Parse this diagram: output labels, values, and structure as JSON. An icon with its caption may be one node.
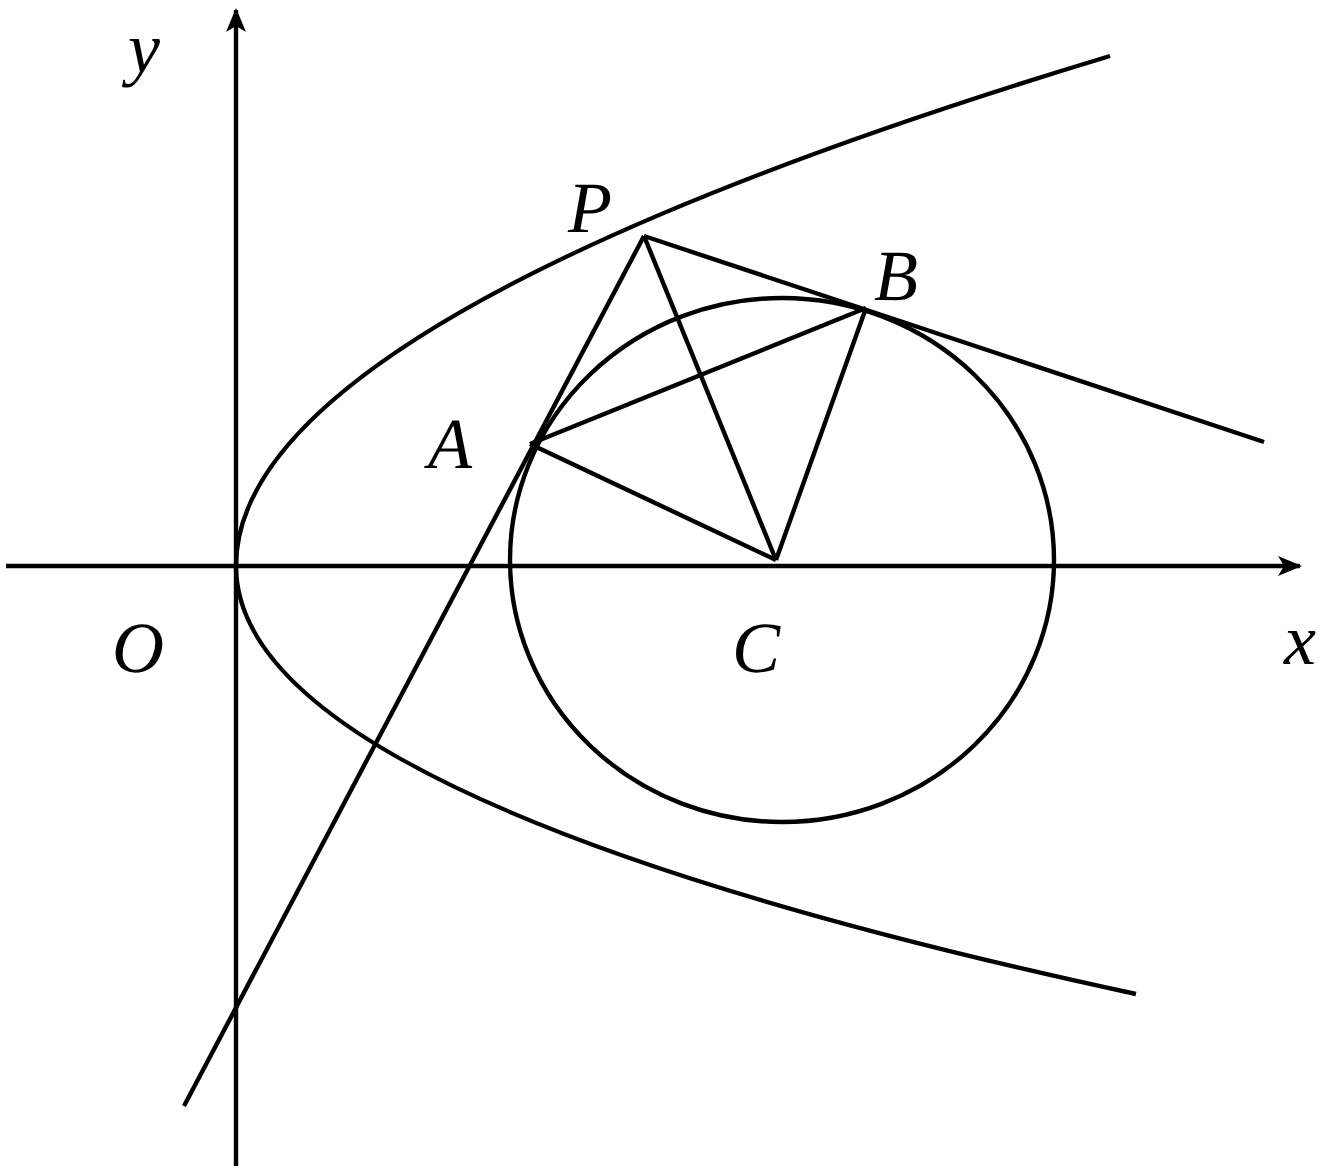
{
  "diagram": {
    "labels": [
      "y",
      "P",
      "B",
      "A",
      "O",
      "C",
      "x"
    ]
  }
}
